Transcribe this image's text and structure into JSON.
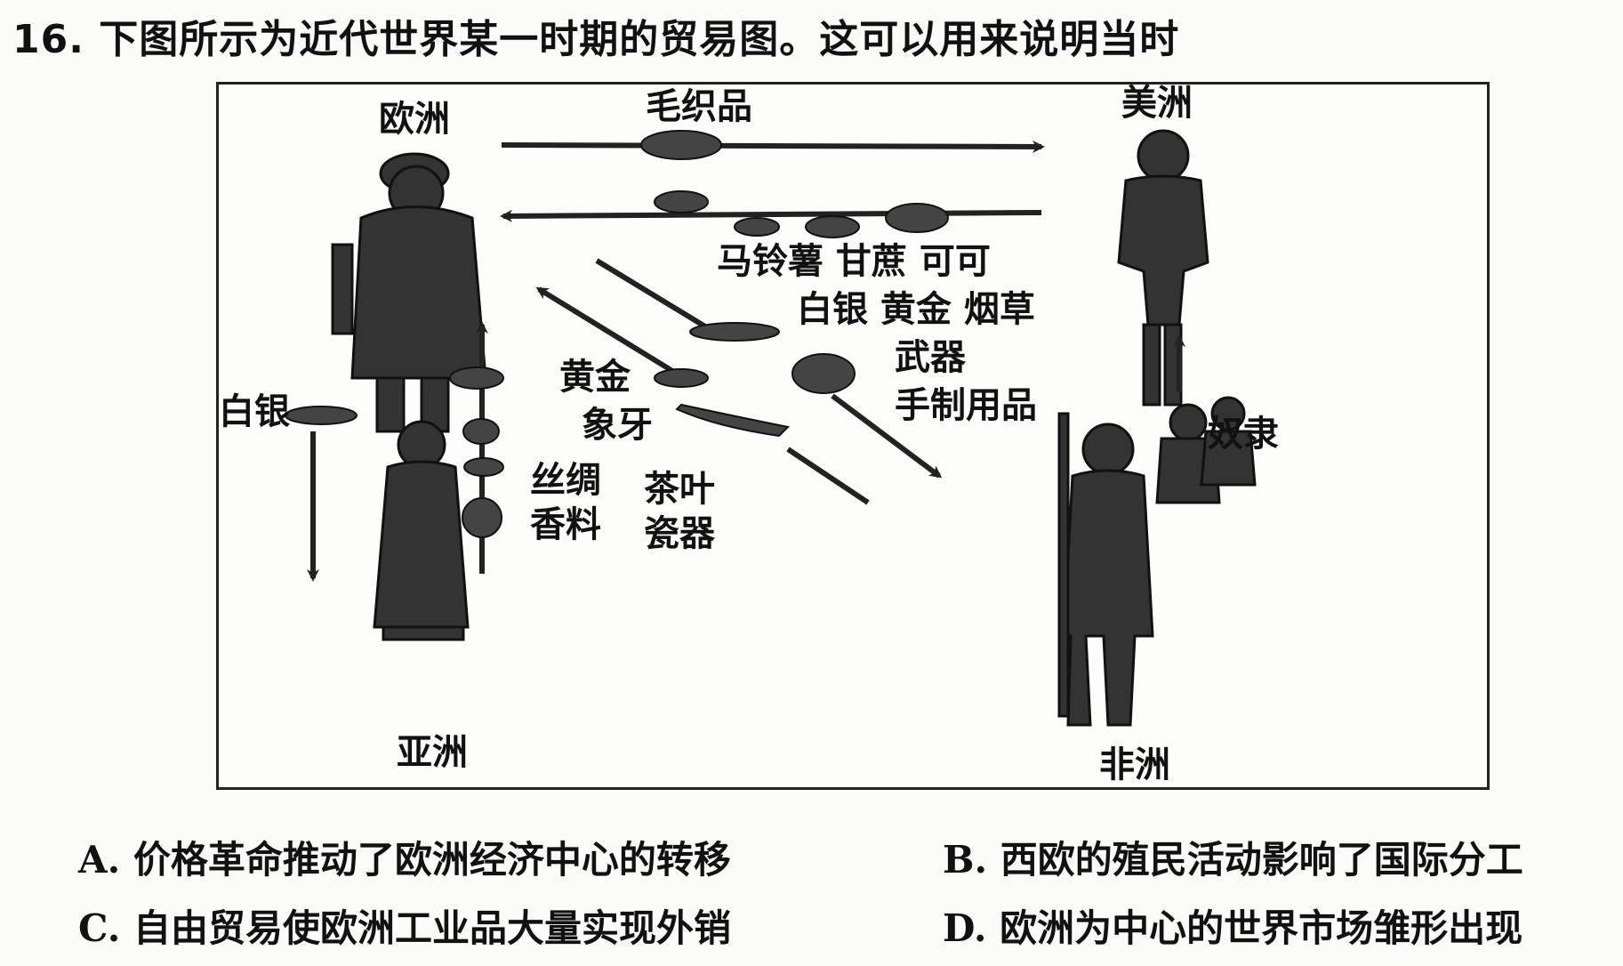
{
  "question": {
    "title": "16. 下图所示为近代世界某一时期的贸易图。这可以用来说明当时"
  },
  "figure": {
    "regions": {
      "europe": "欧洲",
      "america": "美洲",
      "asia": "亚洲",
      "africa": "非洲"
    },
    "goods": {
      "wool": "毛织品",
      "americas_crops": "马铃薯 甘蔗 可可",
      "americas_metals": "白银 黄金 烟草",
      "weapons": "武器",
      "handmade": "手制用品",
      "africa_gold": "黄金",
      "ivory": "象牙",
      "silver_left": "白银",
      "silk": "丝绸",
      "spice": "香料",
      "tea": "茶叶",
      "porcelain": "瓷器",
      "slaves": "奴隶"
    }
  },
  "options": [
    {
      "letter": "A.",
      "text": "价格革命推动了欧洲经济中心的转移"
    },
    {
      "letter": "B.",
      "text": "西欧的殖民活动影响了国际分工"
    },
    {
      "letter": "C.",
      "text": "自由贸易使欧洲工业品大量实现外销"
    },
    {
      "letter": "D.",
      "text": "欧洲为中心的世界市场雏形出现"
    }
  ]
}
